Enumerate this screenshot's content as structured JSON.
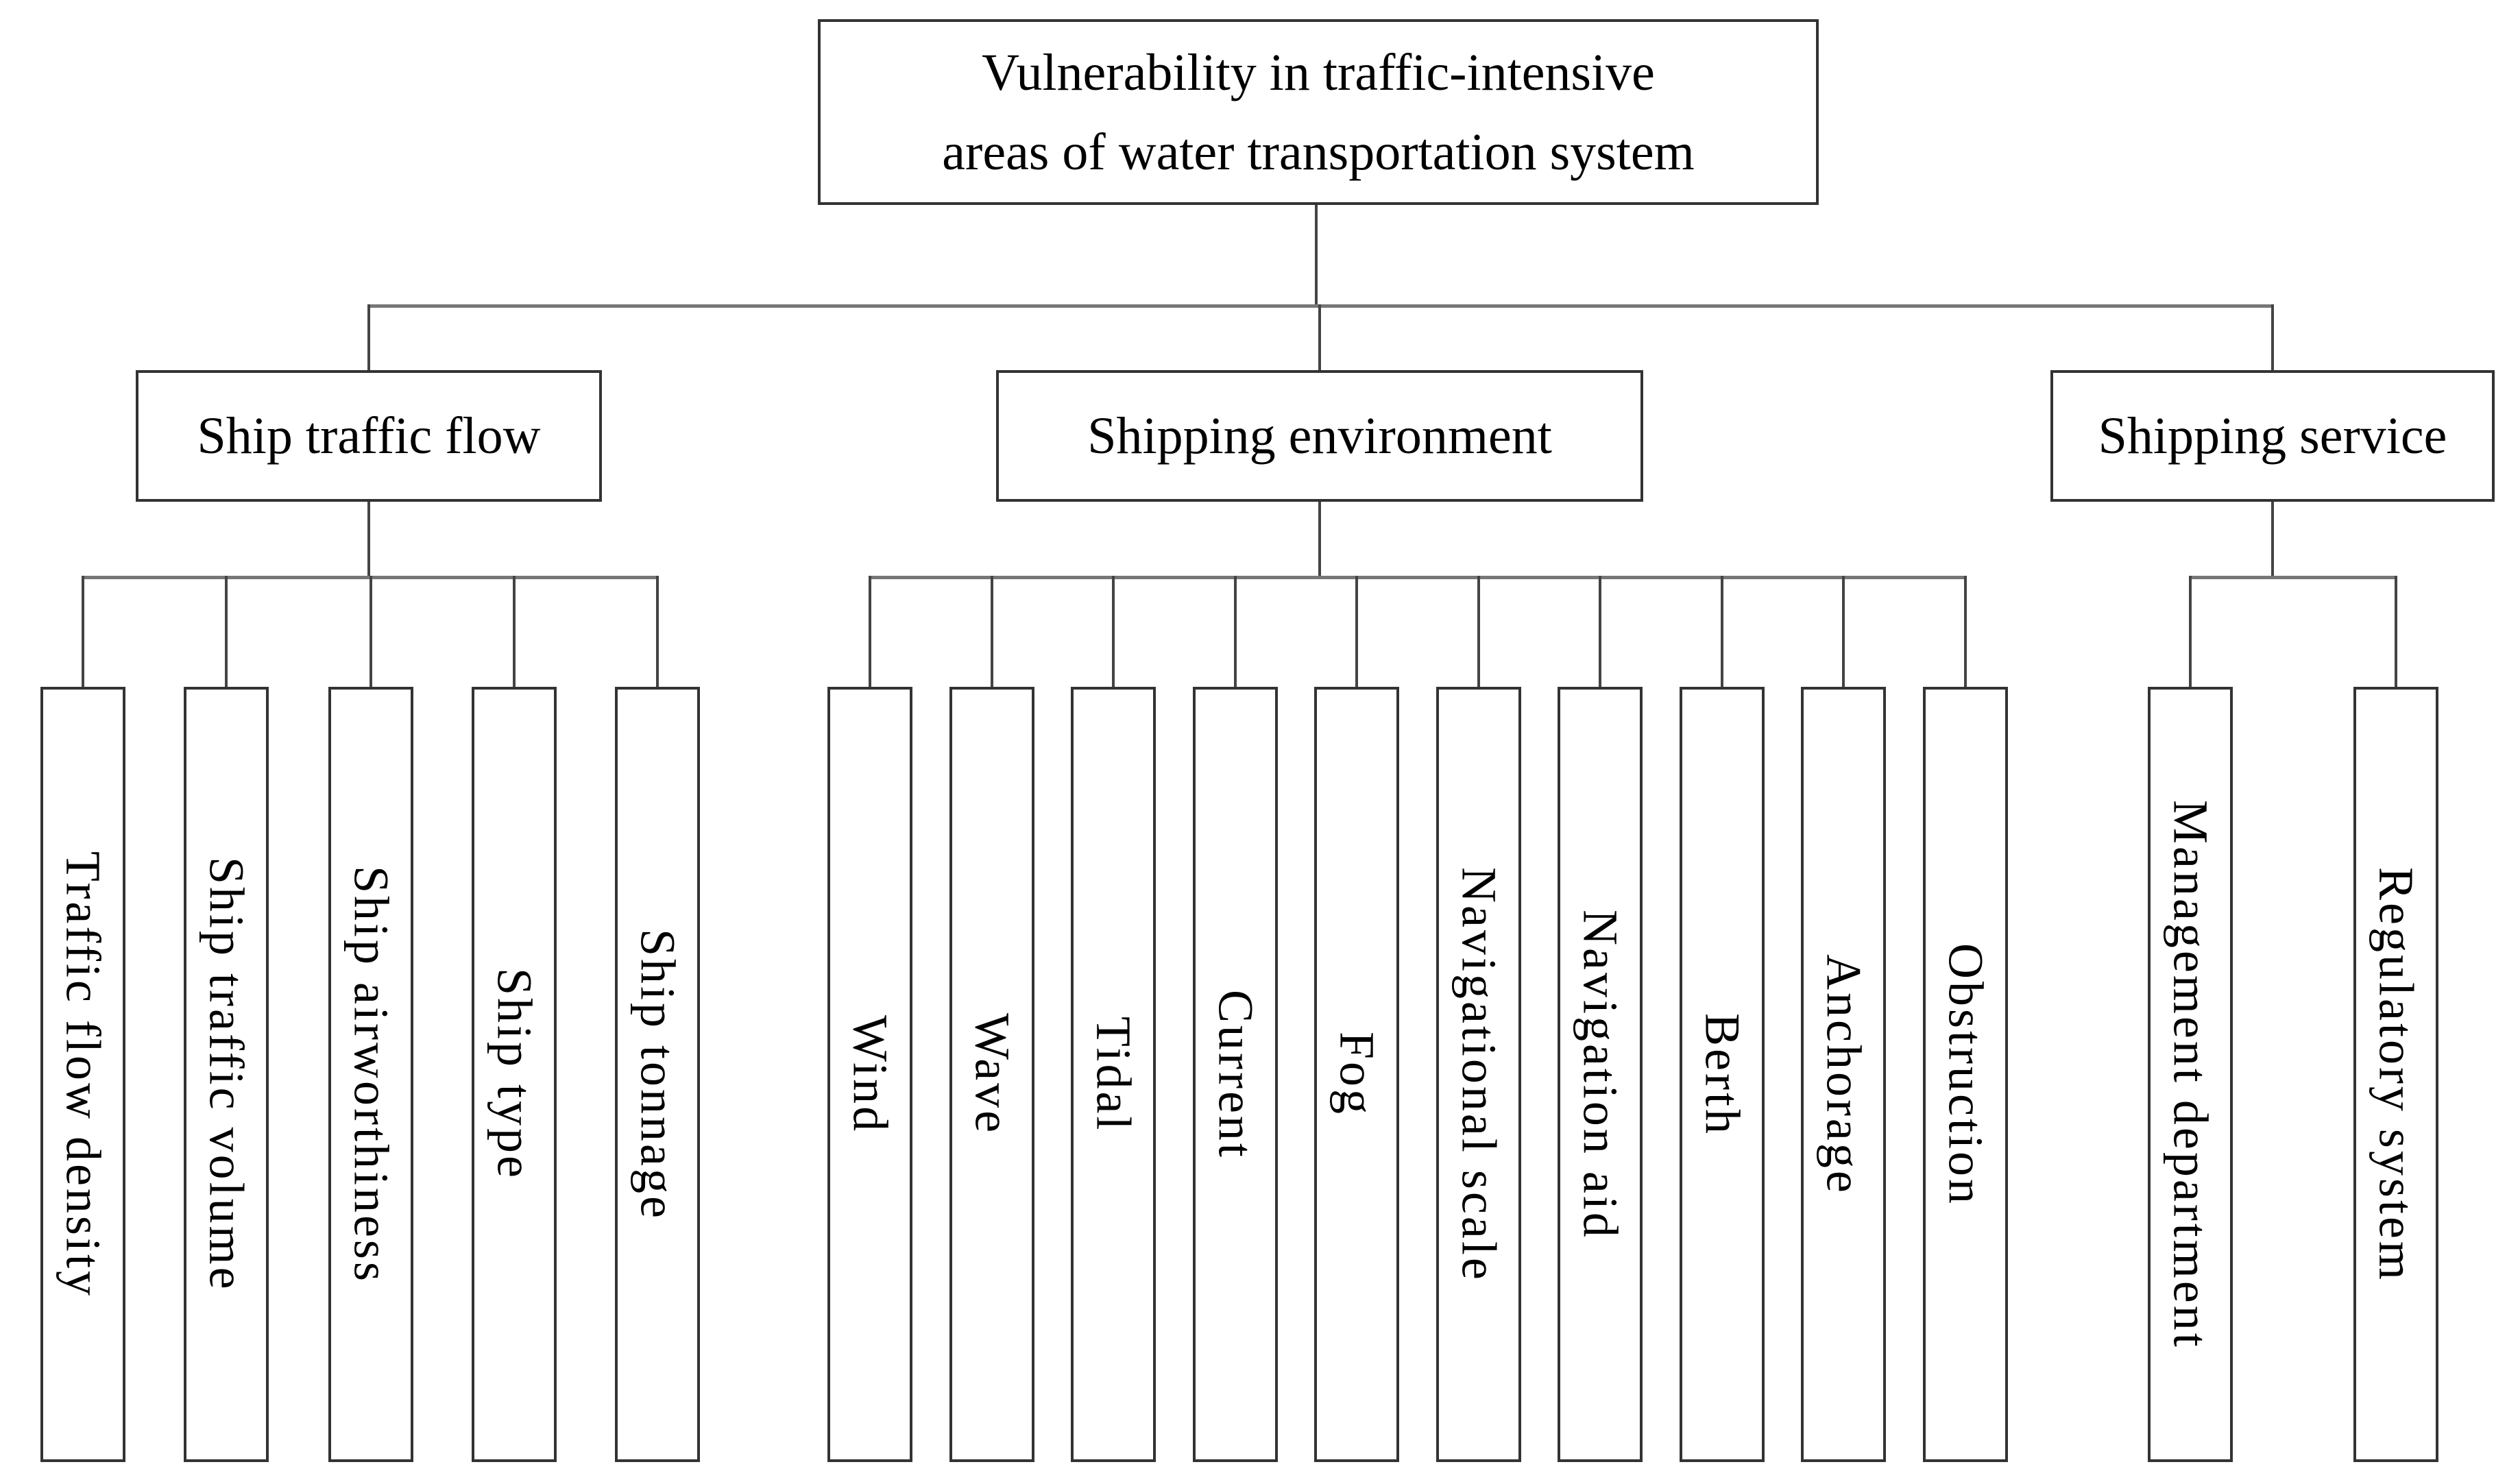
{
  "colors": {
    "background": "#ffffff",
    "text": "#000000",
    "box_border": "#333333",
    "bus_line": "#777777",
    "drop_line": "#444444"
  },
  "diagram": {
    "title": "Vulnerability in traffic-intensive areas of water transportation system",
    "title_lines": [
      "Vulnerability in traffic-intensive",
      "areas of water transportation system"
    ],
    "branches": [
      {
        "label": "Ship traffic flow",
        "children": [
          "Traffic flow density",
          "Ship traffic volume",
          "Ship airworthiness",
          "Ship type",
          "Ship tonnage"
        ]
      },
      {
        "label": "Shipping environment",
        "children": [
          "Wind",
          "Wave",
          "Tidal",
          "Current",
          "Fog",
          "Navigational scale",
          "Navigation aid",
          "Berth",
          "Anchorage",
          "Obstruction"
        ]
      },
      {
        "label": "Shipping service",
        "children": [
          "Management department",
          "Regulatory system"
        ]
      }
    ]
  }
}
